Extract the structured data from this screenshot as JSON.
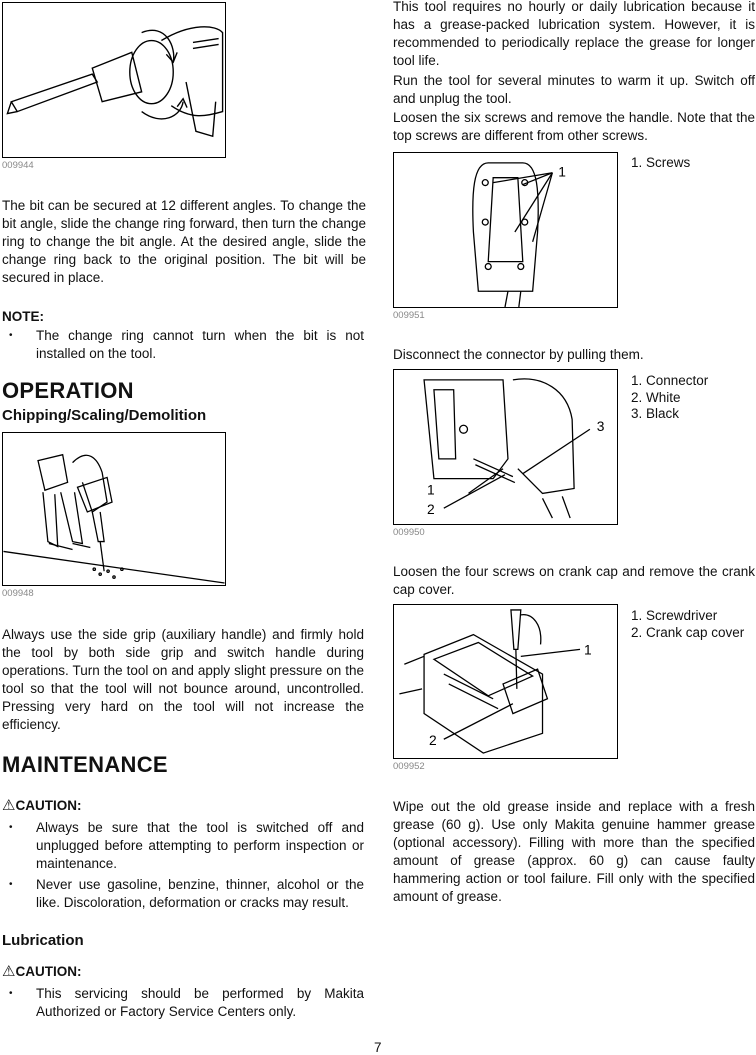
{
  "left": {
    "fig1_code": "009944",
    "p_bit_angle": "The bit can be secured at 12 different angles. To change the bit angle, slide the change ring forward, then turn the change ring to change the bit angle. At the desired angle, slide the change ring back to the original position. The bit will be secured in place.",
    "note_label": "NOTE:",
    "note_item": "The change ring cannot turn when the bit is not installed on the tool.",
    "h_operation": "OPERATION",
    "h_chipping": "Chipping/Scaling/Demolition",
    "fig2_code": "009948",
    "p_operation": "Always use the side grip (auxiliary handle) and firmly hold the tool by both side grip and switch handle during operations. Turn the tool on and apply slight pressure on the tool so that the tool will not bounce around, uncontrolled. Pressing very hard on the tool will not increase the efficiency.",
    "h_maintenance": "MAINTENANCE",
    "caution_label": "CAUTION:",
    "caution_item1": "Always be sure that the tool is switched off and unplugged before attempting to perform inspection or maintenance.",
    "caution_item2": "Never use gasoline, benzine, thinner, alcohol or the like. Discoloration, deformation or cracks may result.",
    "h_lubrication": "Lubrication",
    "caution2_label": "CAUTION:",
    "caution2_item": "This servicing should be performed by Makita Authorized or Factory Service Centers only."
  },
  "right": {
    "p_lube1": "This tool requires no hourly or daily lubrication because it has a grease-packed lubrication system. However, it is recommended to periodically replace the grease for longer tool life.",
    "p_lube2": "Run the tool for several minutes to warm it up. Switch off and unplug the tool.",
    "p_lube3": "Loosen the six screws and remove the handle. Note that the top screws are different from other screws.",
    "fig3_code": "009951",
    "fig3_callout": "1",
    "fig3_legend": [
      "1. Screws"
    ],
    "p_connector": "Disconnect the connector by pulling them.",
    "fig4_code": "009950",
    "fig4_callouts": [
      "1",
      "2",
      "3"
    ],
    "fig4_legend": [
      "1. Connector",
      "2. White",
      "3. Black"
    ],
    "p_crank": "Loosen the four screws on crank cap and remove the crank cap cover.",
    "fig5_code": "009952",
    "fig5_callouts": [
      "1",
      "2"
    ],
    "fig5_legend": [
      "1. Screwdriver",
      "2. Crank cap cover"
    ],
    "p_grease": "Wipe out the old grease inside and replace with a fresh grease (60 g). Use only Makita genuine hammer grease (optional accessory). Filling with more than the specified amount of grease (approx. 60 g) can cause faulty hammering action or tool failure. Fill only with the specified amount of grease."
  },
  "page_number": "7"
}
